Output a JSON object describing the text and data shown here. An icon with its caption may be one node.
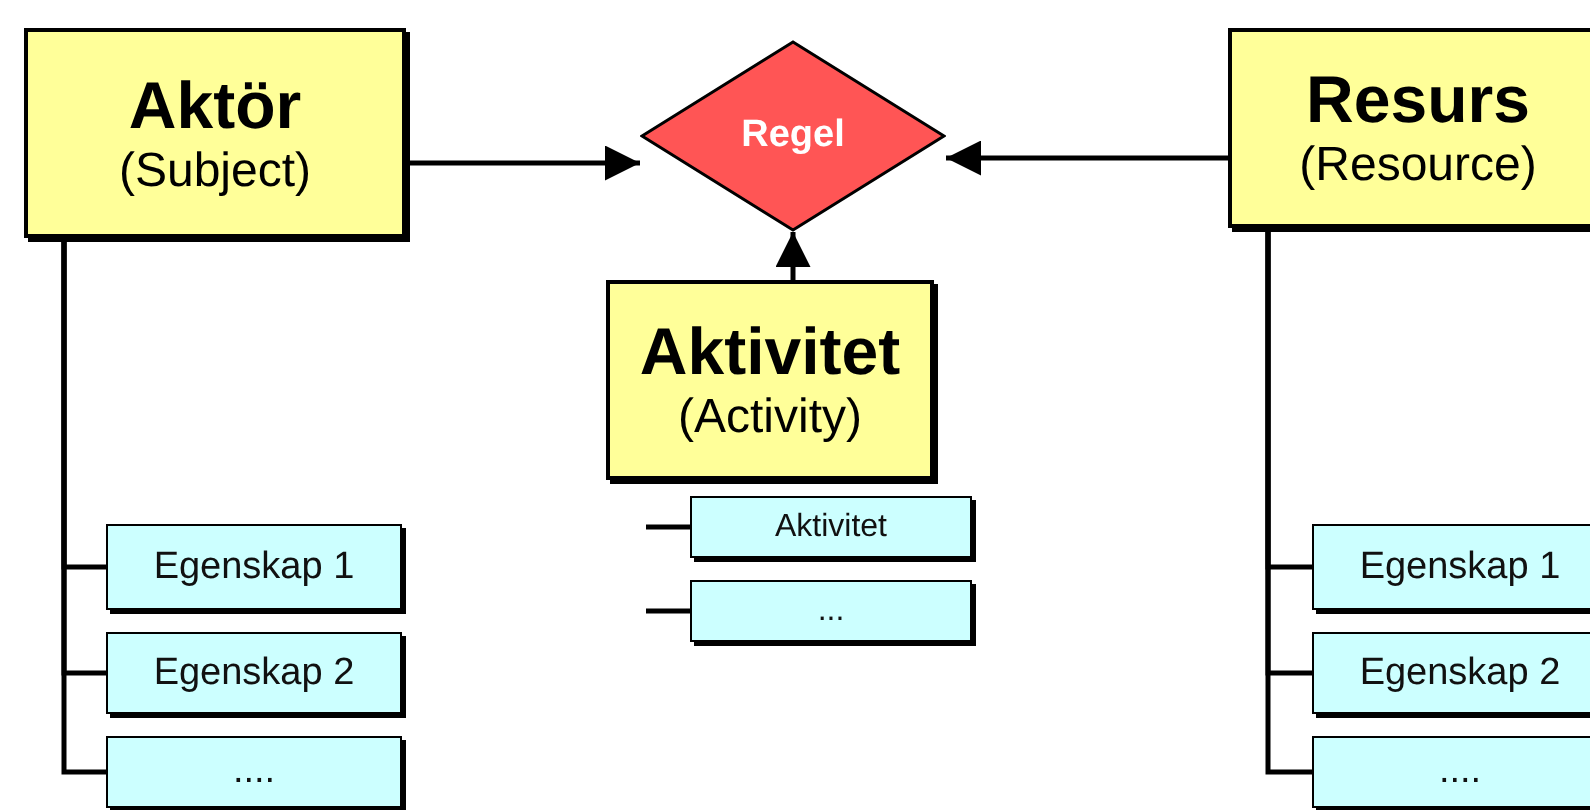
{
  "diagram": {
    "nodes": [
      {
        "text": [
          "Aktör",
          "(Subject)"
        ]
      },
      {
        "text": [
          "Regel"
        ]
      },
      {
        "text": [
          "Resurs",
          "(Resource)"
        ]
      },
      {
        "text": [
          "Aktivitet",
          "(Activity)"
        ]
      },
      {
        "text": [
          "Egenskap 1"
        ]
      },
      {
        "text": [
          "Egenskap 2"
        ]
      },
      {
        "text": [
          "...."
        ]
      },
      {
        "text": [
          "Aktivitet"
        ]
      },
      {
        "text": [
          "..."
        ]
      },
      {
        "text": [
          "Egenskap 1"
        ]
      },
      {
        "text": [
          "Egenskap 2"
        ]
      },
      {
        "text": [
          "...."
        ]
      }
    ],
    "edges": [
      {
        "from": 0,
        "to": 1,
        "arrow": "to"
      },
      {
        "from": 2,
        "to": 1,
        "arrow": "to"
      },
      {
        "from": 3,
        "to": 1,
        "arrow": "to"
      },
      {
        "from": 0,
        "to": 4,
        "arrow": "none"
      },
      {
        "from": 0,
        "to": 5,
        "arrow": "none"
      },
      {
        "from": 0,
        "to": 6,
        "arrow": "none"
      },
      {
        "from": null,
        "to": 7,
        "arrow": "none"
      },
      {
        "from": null,
        "to": 8,
        "arrow": "none"
      },
      {
        "from": 2,
        "to": 9,
        "arrow": "none"
      },
      {
        "from": 2,
        "to": 10,
        "arrow": "none"
      },
      {
        "from": 2,
        "to": 11,
        "arrow": "none"
      }
    ]
  }
}
